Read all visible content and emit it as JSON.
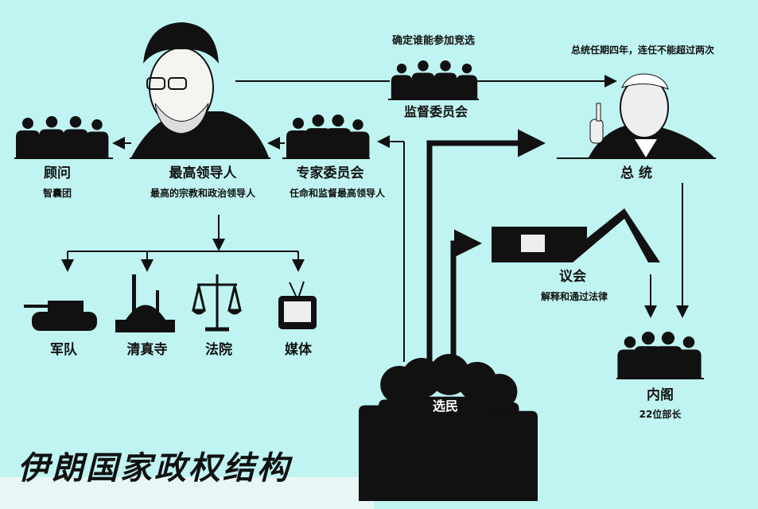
{
  "title": "伊朗国家政权结构",
  "nodes": {
    "advisors": {
      "label": "顾问",
      "sub": "智囊团"
    },
    "supreme_leader": {
      "label": "最高领导人",
      "sub": "最高的宗教和政治领导人"
    },
    "experts": {
      "label": "专家委员会",
      "sub": "任命和监督最高领导人"
    },
    "guardian": {
      "label": "监督委员会",
      "note": "确定谁能参加竞选"
    },
    "president": {
      "label": "总 统",
      "note": "总统任期四年，连任不能超过两次"
    },
    "parliament": {
      "label": "议会",
      "sub": "解释和通过法律"
    },
    "cabinet": {
      "label": "内阁",
      "sub": "22位部长"
    },
    "voters": {
      "label": "选民"
    },
    "army": {
      "label": "军队"
    },
    "mosque": {
      "label": "清真寺"
    },
    "court": {
      "label": "法院"
    },
    "media": {
      "label": "媒体"
    }
  },
  "colors": {
    "background": "#bff4f2",
    "ink": "#111111"
  }
}
